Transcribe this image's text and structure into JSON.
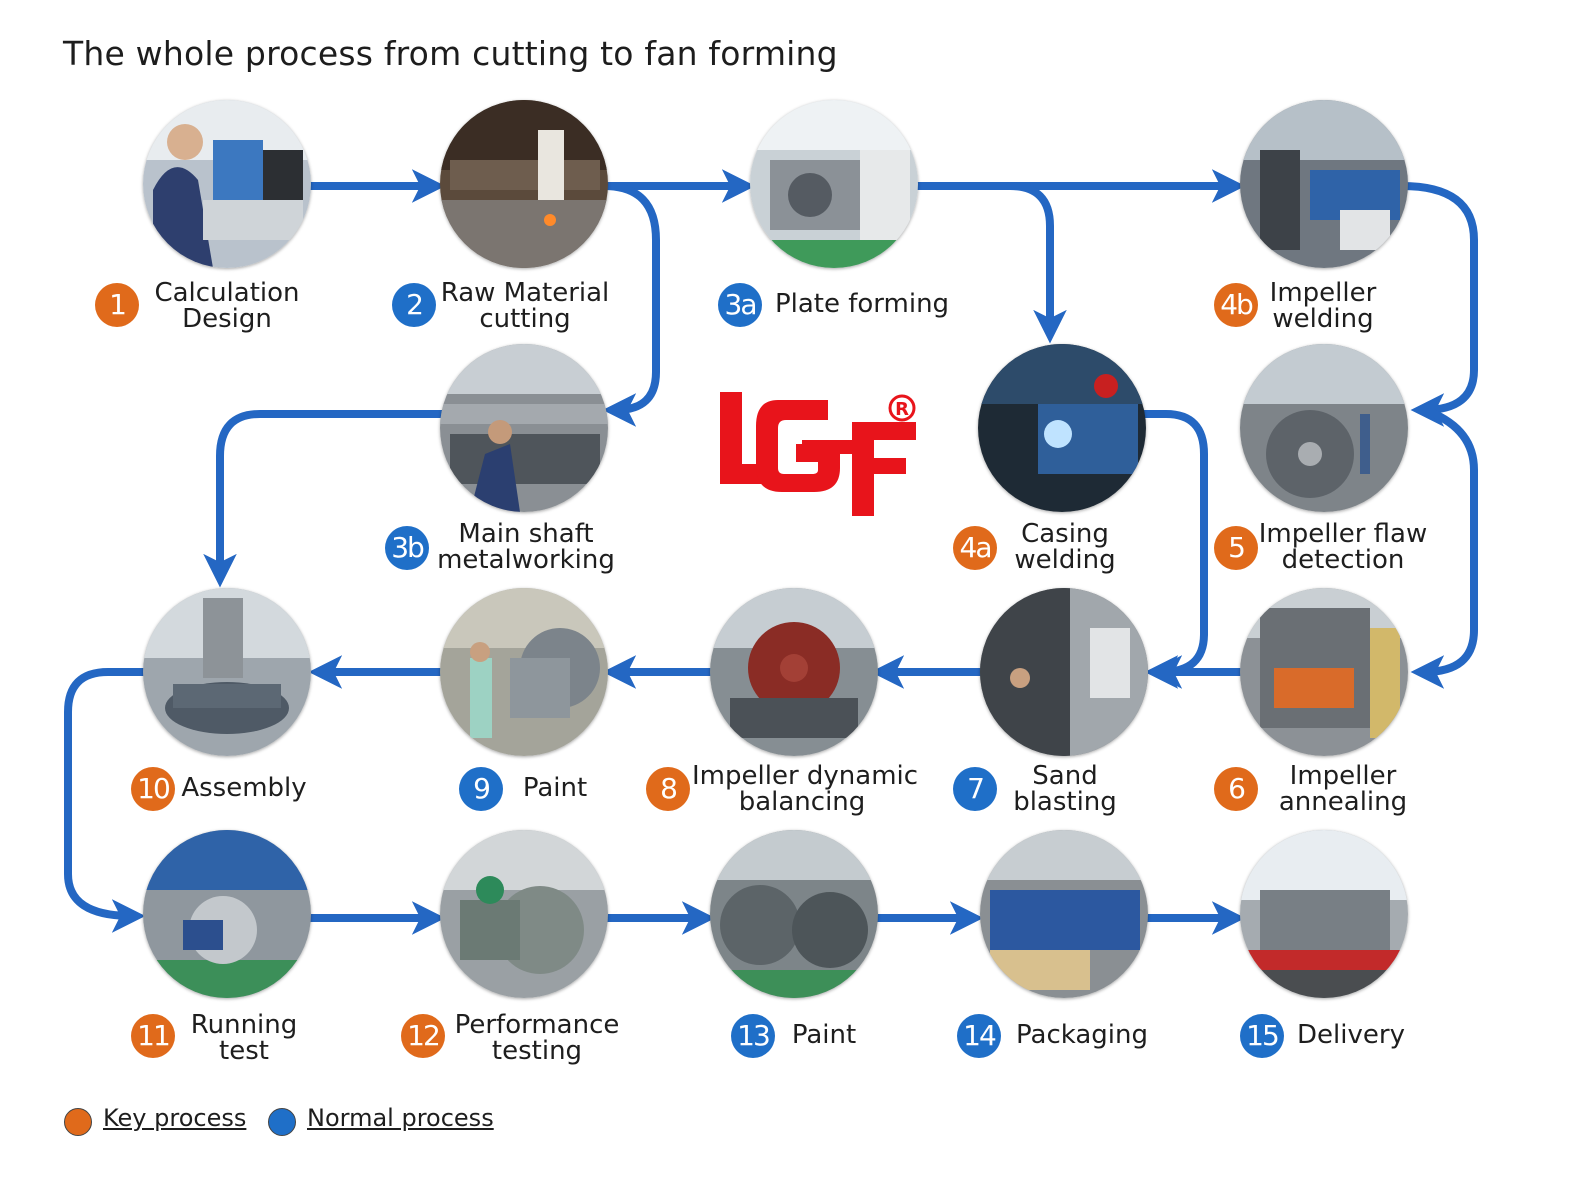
{
  "title": "The whole process from cutting to fan forming",
  "colors": {
    "key": "#e06a1b",
    "normal": "#1f6fc8",
    "arrow": "#2467c3",
    "logo": "#e8141b"
  },
  "logo": {
    "text": "LGF",
    "mark": "®"
  },
  "steps": {
    "s1": {
      "num": "1",
      "type": "key",
      "lines": [
        "Calculation",
        "Design"
      ]
    },
    "s2": {
      "num": "2",
      "type": "normal",
      "lines": [
        "Raw Material",
        "cutting"
      ]
    },
    "s3a": {
      "num": "3a",
      "type": "normal",
      "lines": [
        "Plate forming"
      ]
    },
    "s4b": {
      "num": "4b",
      "type": "key",
      "lines": [
        "Impeller",
        "welding"
      ]
    },
    "s3b": {
      "num": "3b",
      "type": "normal",
      "lines": [
        "Main shaft",
        "metalworking"
      ]
    },
    "s4a": {
      "num": "4a",
      "type": "key",
      "lines": [
        "Casing",
        "welding"
      ]
    },
    "s5": {
      "num": "5",
      "type": "key",
      "lines": [
        "Impeller flaw",
        "detection"
      ]
    },
    "s10": {
      "num": "10",
      "type": "key",
      "lines": [
        "Assembly"
      ]
    },
    "s9": {
      "num": "9",
      "type": "normal",
      "lines": [
        "Paint"
      ]
    },
    "s8": {
      "num": "8",
      "type": "key",
      "lines": [
        "Impeller dynamic",
        "balancing"
      ]
    },
    "s7": {
      "num": "7",
      "type": "normal",
      "lines": [
        "Sand",
        "blasting"
      ]
    },
    "s6": {
      "num": "6",
      "type": "key",
      "lines": [
        "Impeller",
        "annealing"
      ]
    },
    "s11": {
      "num": "11",
      "type": "key",
      "lines": [
        "Running",
        "test"
      ]
    },
    "s12": {
      "num": "12",
      "type": "key",
      "lines": [
        "Performance",
        "testing"
      ]
    },
    "s13": {
      "num": "13",
      "type": "normal",
      "lines": [
        "Paint"
      ]
    },
    "s14": {
      "num": "14",
      "type": "normal",
      "lines": [
        "Packaging"
      ]
    },
    "s15": {
      "num": "15",
      "type": "normal",
      "lines": [
        "Delivery"
      ]
    }
  },
  "legend": {
    "key_label": "Key process",
    "normal_label": "Normal process"
  }
}
